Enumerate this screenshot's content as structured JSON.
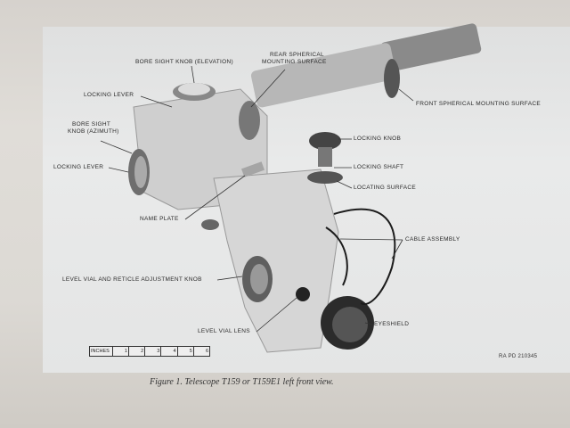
{
  "labels": {
    "bore_sight_elevation": "BORE SIGHT KNOB (ELEVATION)",
    "rear_spherical_1": "REAR SPHERICAL",
    "rear_spherical_2": "MOUNTING SURFACE",
    "locking_lever_top": "LOCKING LEVER",
    "front_spherical": "FRONT SPHERICAL MOUNTING SURFACE",
    "bore_sight_azimuth_1": "BORE SIGHT",
    "bore_sight_azimuth_2": "KNOB (AZIMUTH)",
    "locking_knob": "LOCKING KNOB",
    "locking_lever_left": "LOCKING LEVER",
    "locking_shaft": "LOCKING SHAFT",
    "locating_surface": "LOCATING SURFACE",
    "name_plate": "NAME PLATE",
    "cable_assembly": "CABLE ASSEMBLY",
    "level_vial_knob": "LEVEL VIAL AND RETICLE ADJUSTMENT KNOB",
    "eyeshield": "EYESHIELD",
    "level_vial_lens": "LEVEL VIAL LENS"
  },
  "scale": {
    "unit": "INCHES",
    "ticks": [
      "1",
      "2",
      "3",
      "4",
      "5",
      "6"
    ]
  },
  "ref_number": "RA PD 210345",
  "caption": "Figure 1.  Telescope T159 or T159E1 left front view."
}
